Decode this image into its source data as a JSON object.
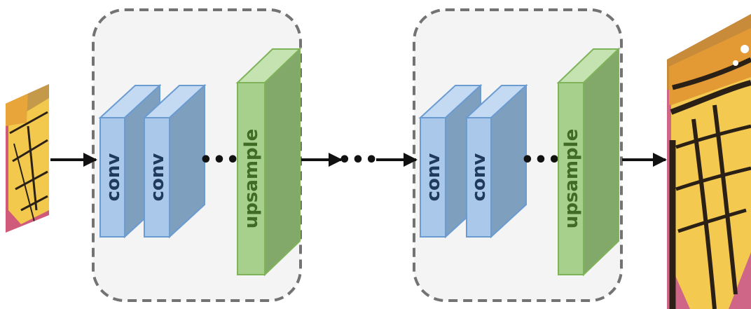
{
  "diagram": {
    "conv_label": "conv",
    "upsample_label": "upsample",
    "ellipsis": "•••",
    "colors": {
      "conv_front": "#a9c8ea",
      "conv_side": "#7f9fbf",
      "conv_stroke": "#6a9bd1",
      "upsample_front": "#a8d08d",
      "upsample_side": "#82a96a",
      "upsample_stroke": "#7fb35a",
      "conv_text": "#203a5c",
      "upsample_text": "#3f6b25",
      "stage_border": "#737373",
      "stage_fill": "#f4f4f4",
      "arrow": "#111111"
    },
    "stages": [
      {
        "name": "stage-1",
        "blocks": [
          "conv",
          "conv",
          "ellipsis",
          "upsample"
        ]
      },
      {
        "name": "stage-2",
        "blocks": [
          "conv",
          "conv",
          "ellipsis",
          "upsample"
        ]
      }
    ],
    "input_image": "low-resolution butterfly image",
    "output_image": "high-resolution butterfly image"
  }
}
